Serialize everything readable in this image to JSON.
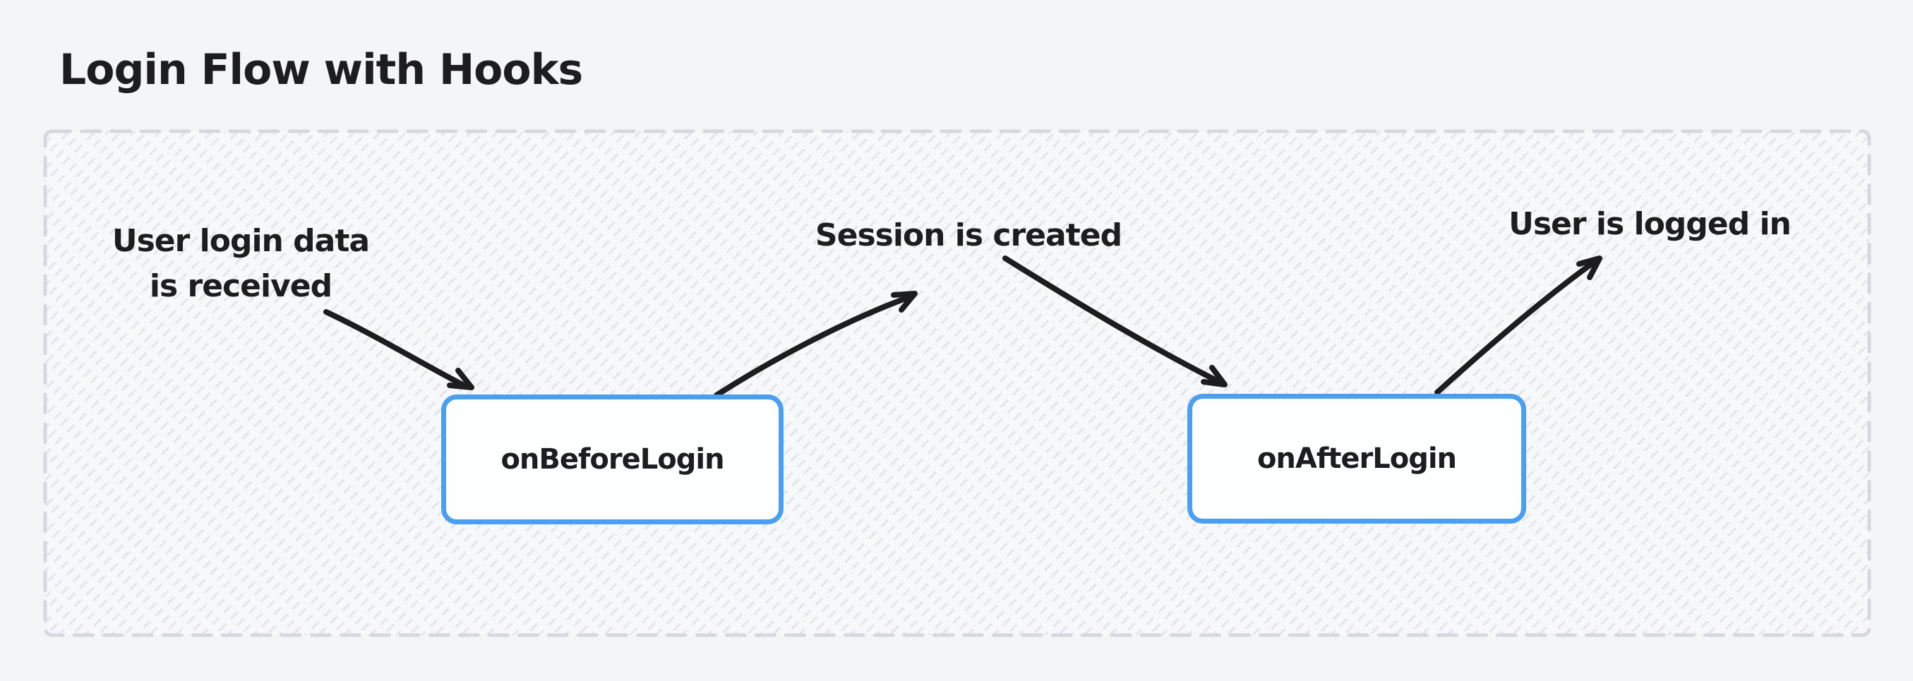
{
  "title": "Login Flow with Hooks",
  "nodes": [
    {
      "label": "onBeforeLogin"
    },
    {
      "label": "onAfterLogin"
    }
  ],
  "annotations": [
    {
      "lines": [
        "User login data",
        "is received"
      ]
    },
    {
      "lines": [
        "Session is created"
      ]
    },
    {
      "lines": [
        "User is logged in"
      ]
    }
  ],
  "arrows": [
    {
      "from": "user-login-data-annotation",
      "to": "onBeforeLogin-node"
    },
    {
      "from": "onBeforeLogin-node",
      "to": "session-is-created-annotation"
    },
    {
      "from": "session-is-created-annotation",
      "to": "onAfterLogin-node"
    },
    {
      "from": "onAfterLogin-node",
      "to": "user-is-logged-in-annotation"
    }
  ],
  "theme": {
    "page_bg": "#f4f5f7",
    "hatch_bg": "#f7f8fa",
    "hatch_line": "#e4e6eb",
    "frame_border": "#d5d8dd",
    "node_border": "#4a9ff0",
    "node_bg": "#fdfefe",
    "ink": "#1d1d20"
  }
}
